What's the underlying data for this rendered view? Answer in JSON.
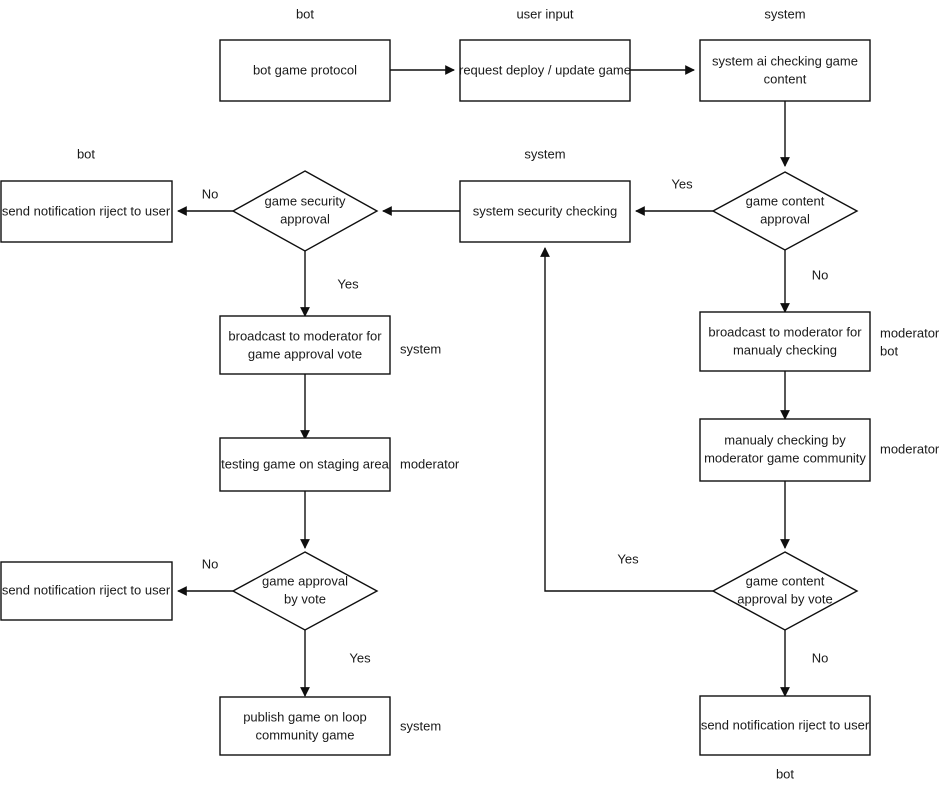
{
  "diagram": {
    "title": "game deployment approval flowchart",
    "colors": {
      "stroke": "#0f0f0f",
      "fill": "#ffffff",
      "text": "#1a1a1a",
      "background": "#ffffff"
    },
    "nodes": [
      {
        "id": "bot-game-protocol",
        "shape": "rect",
        "lines": [
          "bot game protocol"
        ]
      },
      {
        "id": "request-deploy",
        "shape": "rect",
        "lines": [
          "request deploy / update game"
        ]
      },
      {
        "id": "system-ai-checking",
        "shape": "rect",
        "lines": [
          "system ai checking game",
          "content"
        ]
      },
      {
        "id": "game-content-approval",
        "shape": "diamond",
        "lines": [
          "game content",
          "approval"
        ]
      },
      {
        "id": "system-security-checking",
        "shape": "rect",
        "lines": [
          "system security checking"
        ]
      },
      {
        "id": "game-security-approval",
        "shape": "diamond",
        "lines": [
          "game security",
          "approval"
        ]
      },
      {
        "id": "send-reject-top",
        "shape": "rect",
        "lines": [
          "send notification riject to user"
        ]
      },
      {
        "id": "broadcast-manual",
        "shape": "rect",
        "lines": [
          "broadcast to moderator for",
          "manualy checking"
        ]
      },
      {
        "id": "manual-checking",
        "shape": "rect",
        "lines": [
          "manualy checking by",
          "moderator game community"
        ]
      },
      {
        "id": "game-content-approval-vote",
        "shape": "diamond",
        "lines": [
          "game content",
          "approval by vote"
        ]
      },
      {
        "id": "send-reject-bottom-right",
        "shape": "rect",
        "lines": [
          "send notification riject to user"
        ]
      },
      {
        "id": "broadcast-vote",
        "shape": "rect",
        "lines": [
          "broadcast to moderator for",
          "game approval vote"
        ]
      },
      {
        "id": "testing-game",
        "shape": "rect",
        "lines": [
          "testing game on staging area"
        ]
      },
      {
        "id": "game-approval-by-vote",
        "shape": "diamond",
        "lines": [
          "game approval",
          "by vote"
        ]
      },
      {
        "id": "send-reject-bottom-left",
        "shape": "rect",
        "lines": [
          "send notification riject to user"
        ]
      },
      {
        "id": "publish-game",
        "shape": "rect",
        "lines": [
          "publish game on loop",
          "community game"
        ]
      }
    ],
    "lane_labels": [
      {
        "id": "lane-bot-top",
        "text": "bot"
      },
      {
        "id": "lane-user-input",
        "text": "user input"
      },
      {
        "id": "lane-system-top",
        "text": "system"
      },
      {
        "id": "lane-bot-left",
        "text": "bot"
      },
      {
        "id": "lane-system-mid",
        "text": "system"
      },
      {
        "id": "lane-system-broadcast",
        "text": "system"
      },
      {
        "id": "lane-moderator-test",
        "text": "moderator"
      },
      {
        "id": "lane-system-publish",
        "text": "system"
      },
      {
        "id": "lane-moderator-bot-1",
        "text": "moderator"
      },
      {
        "id": "lane-moderator-bot-2",
        "text": "bot"
      },
      {
        "id": "lane-moderator-manual",
        "text": "moderator"
      },
      {
        "id": "lane-bot-bottom",
        "text": "bot"
      }
    ],
    "edge_labels": [
      {
        "id": "edge-label-content-yes",
        "text": "Yes"
      },
      {
        "id": "edge-label-content-no",
        "text": "No"
      },
      {
        "id": "edge-label-security-no",
        "text": "No"
      },
      {
        "id": "edge-label-security-yes",
        "text": "Yes"
      },
      {
        "id": "edge-label-vote-no",
        "text": "No"
      },
      {
        "id": "edge-label-vote-yes",
        "text": "Yes"
      },
      {
        "id": "edge-label-content-vote-yes",
        "text": "Yes"
      },
      {
        "id": "edge-label-content-vote-no",
        "text": "No"
      }
    ]
  }
}
